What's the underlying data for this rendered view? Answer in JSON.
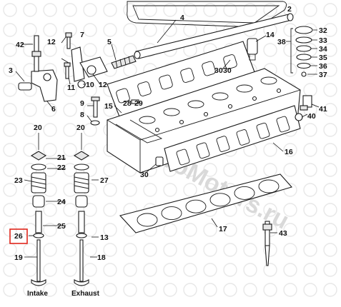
{
  "diagram": {
    "callouts": [
      "2",
      "3",
      "4",
      "5",
      "6",
      "7",
      "8",
      "9",
      "10",
      "11",
      "12",
      "13",
      "14",
      "16",
      "17",
      "18",
      "19",
      "20",
      "21",
      "22",
      "23",
      "24",
      "25",
      "26",
      "27",
      "28",
      "29",
      "30",
      "32",
      "33",
      "34",
      "35",
      "36",
      "37",
      "38",
      "40",
      "41",
      "42",
      "43"
    ],
    "highlighted_callout": "26",
    "label_intake": "Intake",
    "label_exhaust": "Exhaust",
    "callout_15": "15",
    "callout_20b": "20",
    "callout_30b": "30",
    "callout_12b": "12",
    "callout_30c": "30",
    "watermark_text": "agroMotors.ru"
  },
  "colors": {
    "line": "#1a1a1a",
    "highlight_box": "#e0261c",
    "watermark": "#d4d4d4"
  }
}
